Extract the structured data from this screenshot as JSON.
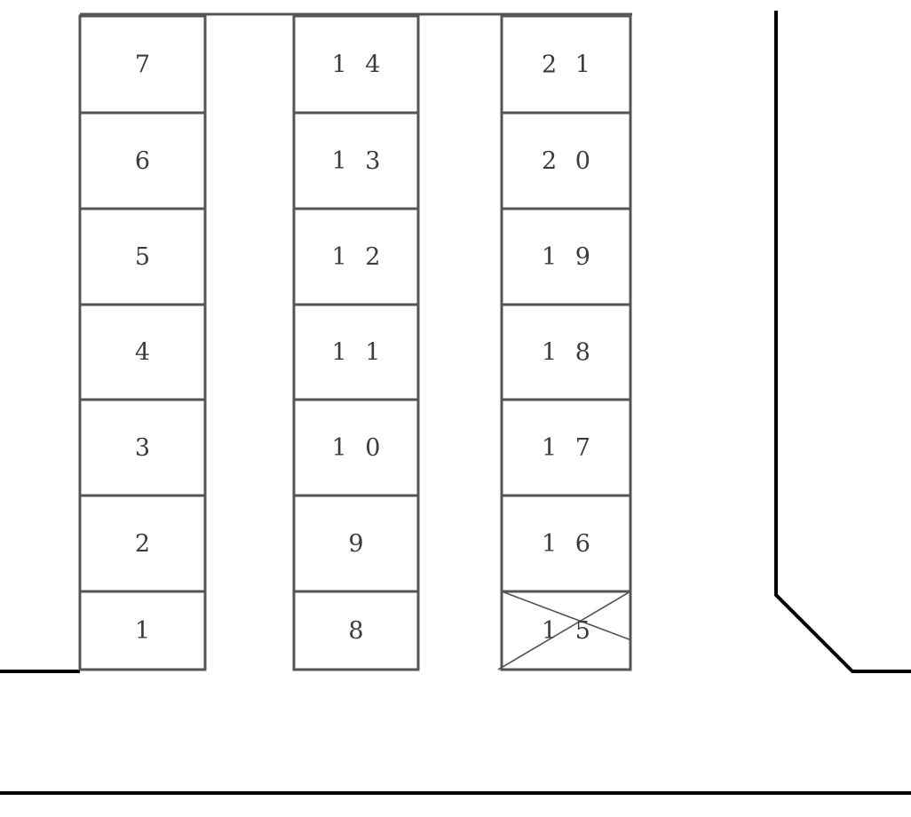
{
  "stalls": [
    {
      "label": "1",
      "crossed": false
    },
    {
      "label": "2",
      "crossed": false
    },
    {
      "label": "3",
      "crossed": false
    },
    {
      "label": "4",
      "crossed": false
    },
    {
      "label": "5",
      "crossed": false
    },
    {
      "label": "6",
      "crossed": false
    },
    {
      "label": "7",
      "crossed": false
    },
    {
      "label": "8",
      "crossed": false
    },
    {
      "label": "9",
      "crossed": false
    },
    {
      "label": "1 0",
      "crossed": false
    },
    {
      "label": "1 1",
      "crossed": false
    },
    {
      "label": "1 2",
      "crossed": false
    },
    {
      "label": "1 3",
      "crossed": false
    },
    {
      "label": "1 4",
      "crossed": false
    },
    {
      "label": "1 5",
      "crossed": true
    },
    {
      "label": "1 6",
      "crossed": false
    },
    {
      "label": "1 7",
      "crossed": false
    },
    {
      "label": "1 8",
      "crossed": false
    },
    {
      "label": "1 9",
      "crossed": false
    },
    {
      "label": "2 0",
      "crossed": false
    },
    {
      "label": "2 1",
      "crossed": false
    }
  ]
}
